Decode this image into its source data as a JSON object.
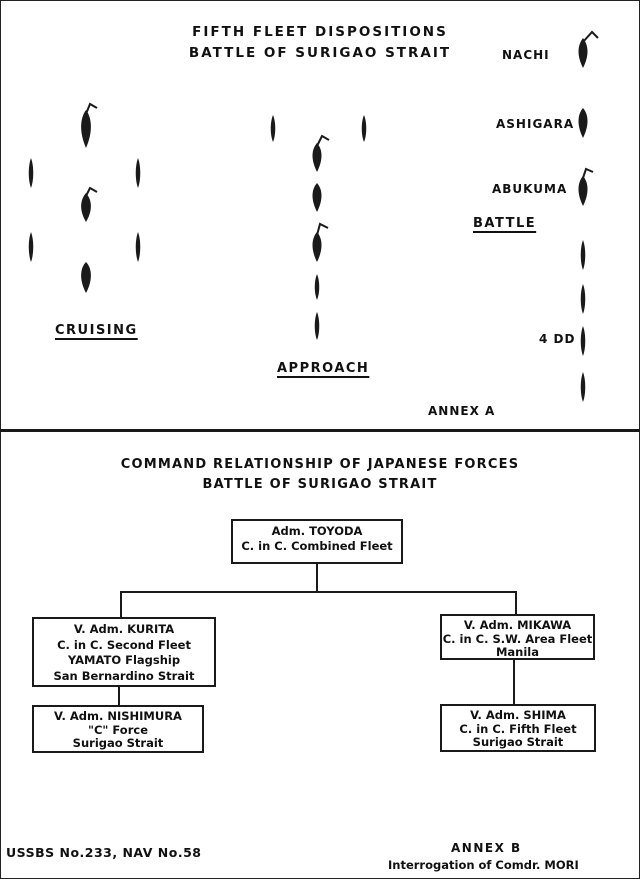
{
  "top": {
    "title_line1": "FIFTH FLEET DISPOSITIONS",
    "title_line2": "BATTLE OF SURIGAO STRAIT",
    "labels": {
      "nachi": "NACHI",
      "ashigara": "ASHIGARA",
      "abukuma": "ABUKUMA",
      "battle": "BATTLE",
      "cruising": "CRUISING",
      "approach": "APPROACH",
      "four_dd": "4 DD",
      "annex_a": "ANNEX  A"
    }
  },
  "bottom": {
    "title_line1": "COMMAND RELATIONSHIP OF JAPANESE FORCES",
    "title_line2": "BATTLE OF SURIGAO STRAIT",
    "boxes": {
      "toyoda": {
        "name": "Adm.  TOYODA",
        "role": "C. in C.  Combined Fleet"
      },
      "kurita": {
        "name": "V. Adm.  KURITA",
        "role": "C. in C.   Second Fleet",
        "flagship": "YAMATO  Flagship",
        "location": "San Bernardino Strait"
      },
      "mikawa": {
        "name": "V. Adm.  MIKAWA",
        "role": "C. in C.  S.W. Area Fleet",
        "location": "Manila"
      },
      "nishimura": {
        "name": "V. Adm.  NISHIMURA",
        "force": "\"C\"  Force",
        "location": "Surigao   Strait"
      },
      "shima": {
        "name": "V. Adm.  SHIMA",
        "role": "C. in C.  Fifth  Fleet",
        "location": "Surigao  Strait"
      }
    },
    "footer_left": "USSBS No.233,  NAV No.58",
    "annex_b": "ANNEX  B",
    "interrogation": "Interrogation  of  Comdr.  MORI"
  }
}
